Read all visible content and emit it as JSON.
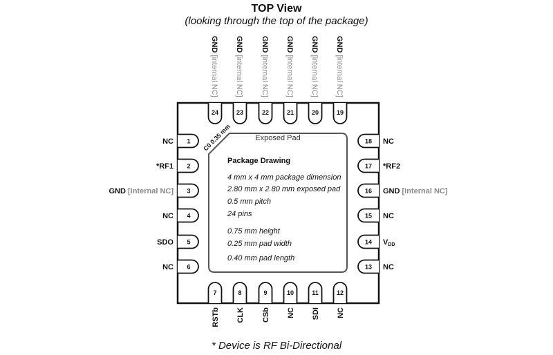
{
  "title": "TOP View",
  "subtitle": "(looking through the top of the package)",
  "footnote": "* Device is RF Bi-Directional",
  "exposed_pad_label": "Exposed Pad",
  "chamfer_label": "C0 0.35 mm",
  "package_info": {
    "title": "Package Drawing",
    "lines": [
      "4  mm x 4 mm package dimension",
      "2.80 mm  x  2.80 mm exposed pad",
      "0.5 mm pitch",
      "24  pins",
      "0.75 mm height",
      "0.25 mm pad width",
      "0.40 mm pad length"
    ]
  },
  "pins": {
    "left": [
      {
        "num": "1",
        "name": "NC",
        "note": ""
      },
      {
        "num": "2",
        "name": "*RF1",
        "note": ""
      },
      {
        "num": "3",
        "name": "GND",
        "note": "[internal NC]"
      },
      {
        "num": "4",
        "name": "NC",
        "note": ""
      },
      {
        "num": "5",
        "name": "SDO",
        "note": ""
      },
      {
        "num": "6",
        "name": "NC",
        "note": ""
      }
    ],
    "bottom": [
      {
        "num": "7",
        "name": "RSTb",
        "note": ""
      },
      {
        "num": "8",
        "name": "CLK",
        "note": ""
      },
      {
        "num": "9",
        "name": "CSb",
        "note": ""
      },
      {
        "num": "10",
        "name": "NC",
        "note": ""
      },
      {
        "num": "11",
        "name": "SDI",
        "note": ""
      },
      {
        "num": "12",
        "name": "NC",
        "note": ""
      }
    ],
    "right": [
      {
        "num": "13",
        "name": "NC",
        "note": ""
      },
      {
        "num": "14",
        "name": "V",
        "sub": "DD",
        "note": ""
      },
      {
        "num": "15",
        "name": "NC",
        "note": ""
      },
      {
        "num": "16",
        "name": "GND",
        "note": "[internal NC]"
      },
      {
        "num": "17",
        "name": "*RF2",
        "note": ""
      },
      {
        "num": "18",
        "name": "NC",
        "note": ""
      }
    ],
    "top": [
      {
        "num": "19",
        "name": "GND",
        "note": "[internal NC]"
      },
      {
        "num": "20",
        "name": "GND",
        "note": "[internal NC]"
      },
      {
        "num": "21",
        "name": "GND",
        "note": "[internal NC]"
      },
      {
        "num": "22",
        "name": "GND",
        "note": "[internal NC]"
      },
      {
        "num": "23",
        "name": "GND",
        "note": "[internal NC]"
      },
      {
        "num": "24",
        "name": "GND",
        "note": "[internal NC]"
      }
    ]
  }
}
